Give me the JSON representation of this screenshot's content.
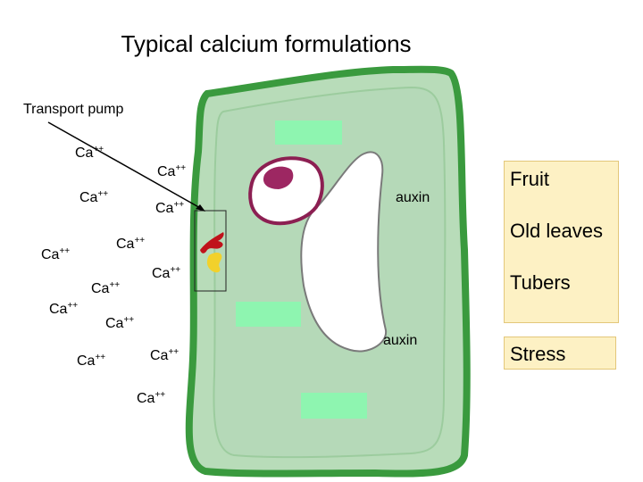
{
  "title": "Typical calcium formulations",
  "transport_pump_label": "Transport pump",
  "ion_base": "Ca",
  "ion_charge": "++",
  "auxin_top": "auxin",
  "auxin_bottom": "auxin",
  "sinks": {
    "fruit": "Fruit",
    "old_leaves": "Old leaves",
    "tubers": "Tubers"
  },
  "stress": "Stress",
  "colors": {
    "cell_wall": "#3a9a3e",
    "cytoplasm": "#b5d9b8",
    "membrane": "#b8dcb9",
    "nucleus_membrane": "#8c1f52",
    "nucleolus": "#9d2762",
    "rectangles": "#8ef5b0",
    "box_fill": "#fdf1c4"
  }
}
